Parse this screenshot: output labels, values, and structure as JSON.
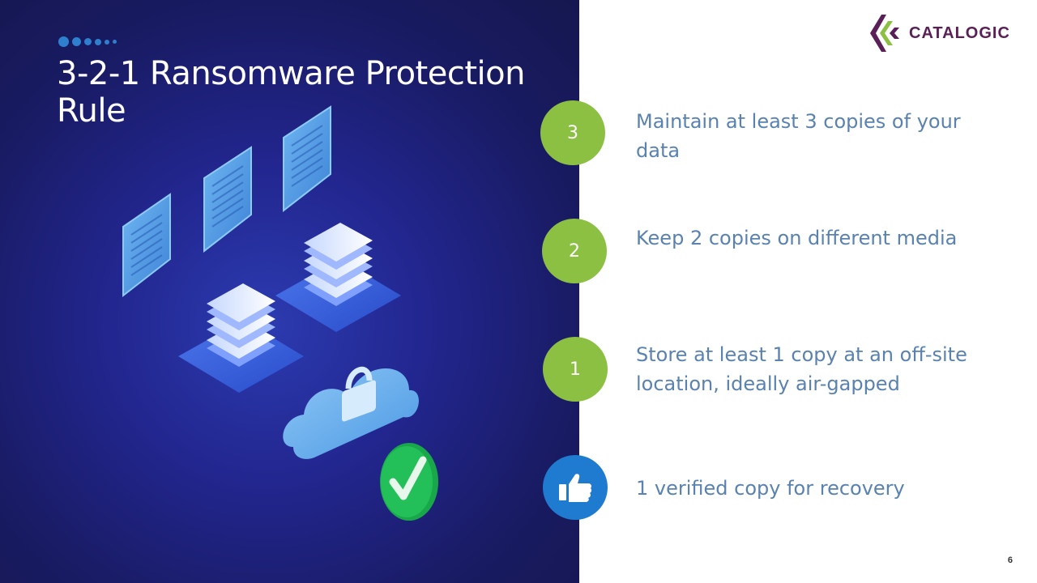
{
  "slide": {
    "title": "3-2-1 Ransomware Protection Rule",
    "page_number": "6"
  },
  "logo": {
    "text": "CATALOGIC"
  },
  "steps": [
    {
      "badge": "3",
      "text": "Maintain at least 3 copies of your data"
    },
    {
      "badge": "2",
      "text": "Keep 2 copies on different media"
    },
    {
      "badge": "1",
      "text": "Store at least 1 copy at an off-site location, ideally air-gapped"
    },
    {
      "badge_icon": "thumbs-up-icon",
      "text": "1 verified copy for recovery"
    }
  ],
  "colors": {
    "left_panel": "#191b63",
    "step_green": "#8cc043",
    "step_blue": "#1f7bd0",
    "step_text": "#5a82b0",
    "logo_purple": "#5a1f57",
    "logo_green": "#8cc043"
  }
}
